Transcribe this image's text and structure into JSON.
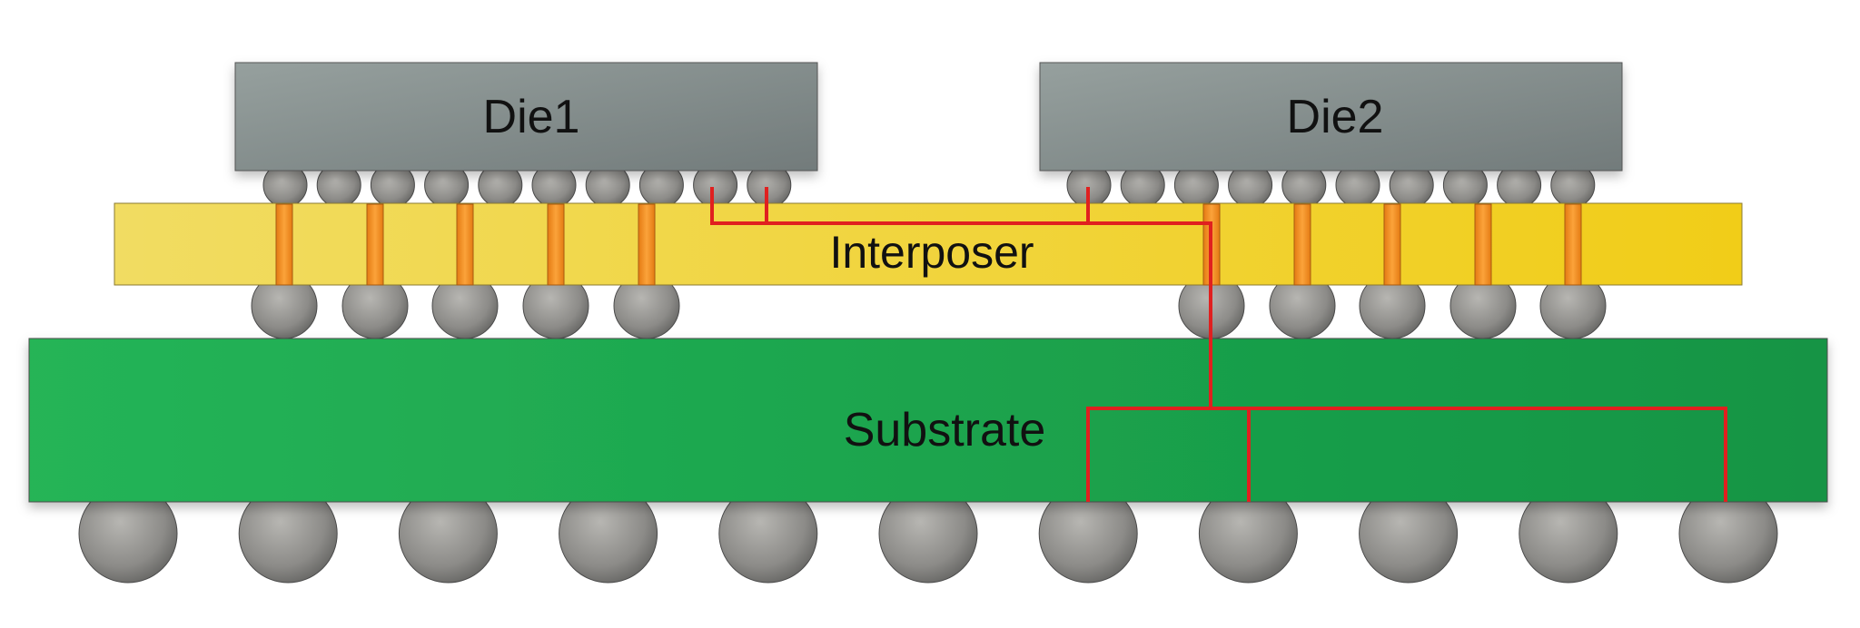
{
  "labels": {
    "die1": "Die1",
    "die2": "Die2",
    "interposer": "Interposer",
    "substrate": "Substrate"
  },
  "colors": {
    "die": "#7f8a8a",
    "interposer": "#f0d23a",
    "via": "#f28c1e",
    "substrate": "#1fa84f",
    "trace": "#e0201f",
    "bump": "#8a8a8a"
  },
  "components": {
    "die1_microbumps": 10,
    "die2_microbumps": 10,
    "interposer_tsvs": 10,
    "c4_bumps": 10,
    "bga_balls": 11
  }
}
